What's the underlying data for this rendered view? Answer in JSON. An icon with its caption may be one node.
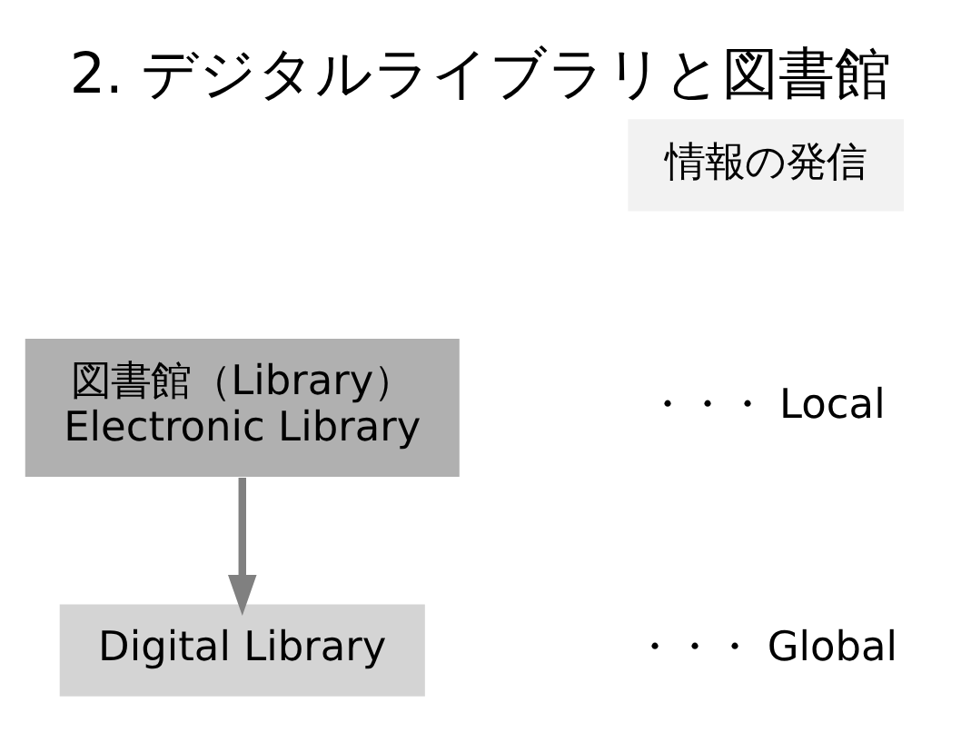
{
  "diagram": {
    "title": "2. デジタルライブラリと図書館",
    "nodes": [
      {
        "text": [
          "図書館（Library）",
          "Electronic Library"
        ]
      },
      {
        "text": [
          "Digital Library"
        ]
      },
      {
        "text": [
          "情報の発信"
        ]
      }
    ],
    "edges": [
      {
        "from": 0,
        "to": 1,
        "arrow": "to"
      }
    ],
    "labels": [
      "・・・ Local",
      "・・・ Global"
    ]
  }
}
